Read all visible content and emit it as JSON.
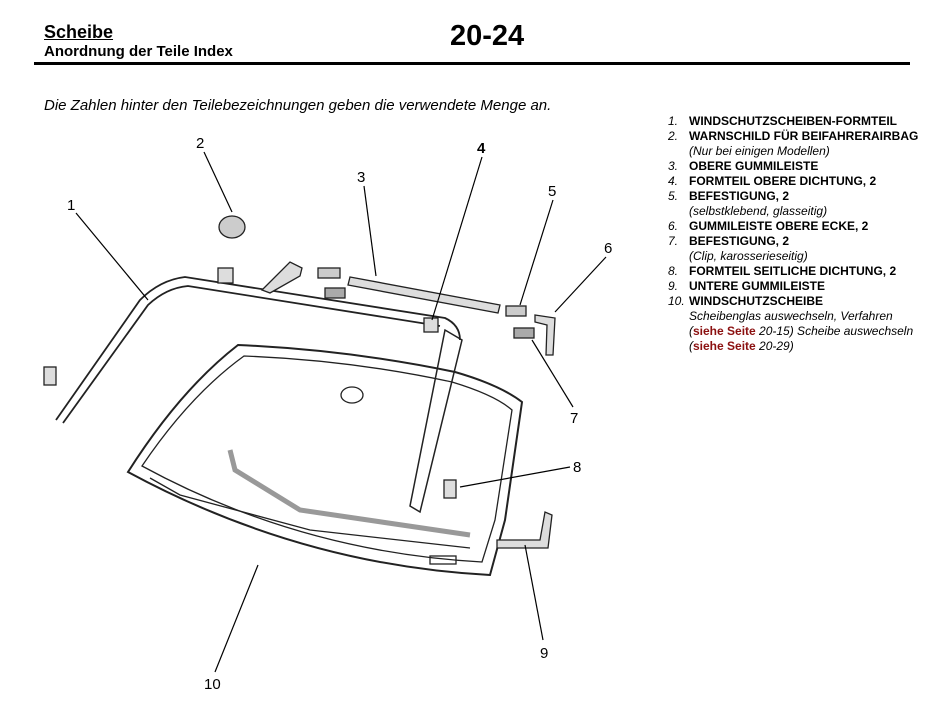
{
  "header": {
    "title": "Scheibe",
    "subtitle": "Anordnung der Teile Index",
    "page": "20-24"
  },
  "intro": "Die Zahlen hinter den Teilebezeichnungen geben die verwendete Menge an.",
  "parts": [
    {
      "num": "1.",
      "name": "WINDSCHUTZSCHEIBEN-FORMTEIL"
    },
    {
      "num": "2.",
      "name": "WARNSCHILD FÜR BEIFAHRERAIRBAG",
      "note": "(Nur bei einigen Modellen)"
    },
    {
      "num": "3.",
      "name": "OBERE GUMMILEISTE"
    },
    {
      "num": "4.",
      "name": "FORMTEIL OBERE DICHTUNG, 2"
    },
    {
      "num": "5.",
      "name": "BEFESTIGUNG, 2",
      "note": "(selbstklebend, glasseitig)"
    },
    {
      "num": "6.",
      "name": "GUMMILEISTE OBERE ECKE, 2"
    },
    {
      "num": "7.",
      "name": "BEFESTIGUNG, 2",
      "note": "(Clip, karosserieseitig)"
    },
    {
      "num": "8.",
      "name": "FORMTEIL SEITLICHE DICHTUNG, 2"
    },
    {
      "num": "9.",
      "name": "UNTERE GUMMILEISTE"
    },
    {
      "num": "10.",
      "name": "WINDSCHUTZSCHEIBE",
      "note_a": "Scheibenglas auswechseln, Verfahren (",
      "link1": "siehe Seite",
      "ref1": " 20-15) Scheibe auswechseln (",
      "link2": "siehe Seite",
      "ref2": " 20-29)"
    }
  ],
  "callouts": [
    "1",
    "2",
    "3",
    "4",
    "5",
    "6",
    "7",
    "8",
    "9",
    "10"
  ],
  "colors": {
    "link": "#8b1010"
  }
}
